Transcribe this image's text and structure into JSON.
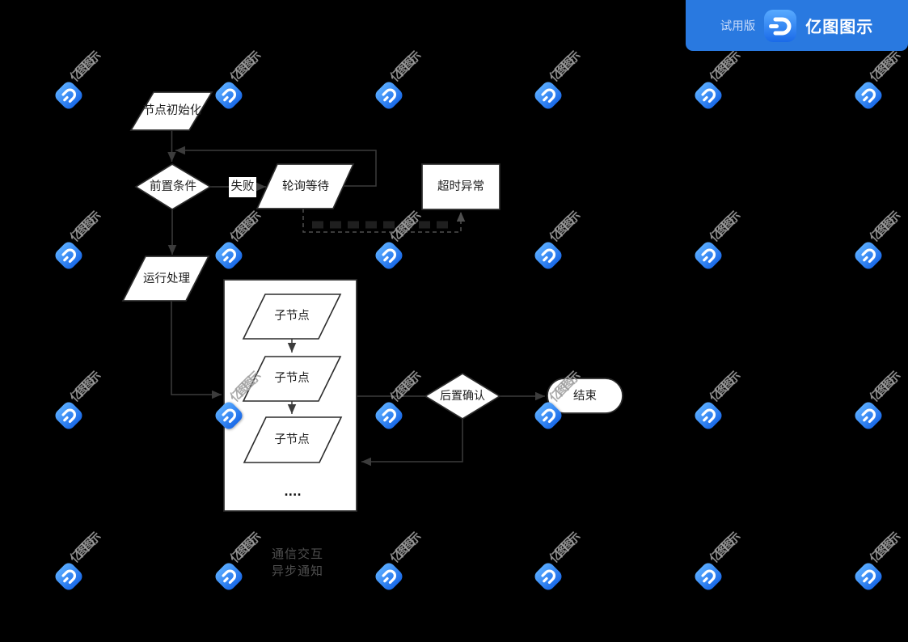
{
  "header": {
    "trial_label": "试用版",
    "app_name": "亿图图示"
  },
  "watermark": {
    "text": "亿图图示"
  },
  "flowchart": {
    "nodes": {
      "init": "节点初始化",
      "precondition": "前置条件",
      "fail": "失败",
      "polling": "轮询等待",
      "timeout": "超时异常",
      "run": "运行处理",
      "children": [
        "子节点",
        "子节点",
        "子节点"
      ],
      "ellipsis": "....",
      "post_confirm": "后置确认",
      "end": "结束"
    },
    "annotations": {
      "comm": "通信交互",
      "async": "异步通知"
    }
  },
  "colors": {
    "background": "#000000",
    "header_bg": "#2979e0",
    "logo_gradient_top": "#58aaff",
    "logo_gradient_bottom": "#1a6ae8",
    "shape_fill": "#ffffff",
    "shape_border": "#2c2c2c",
    "connector": "#3c3c3c",
    "watermark_text": "#9e9e9e"
  }
}
